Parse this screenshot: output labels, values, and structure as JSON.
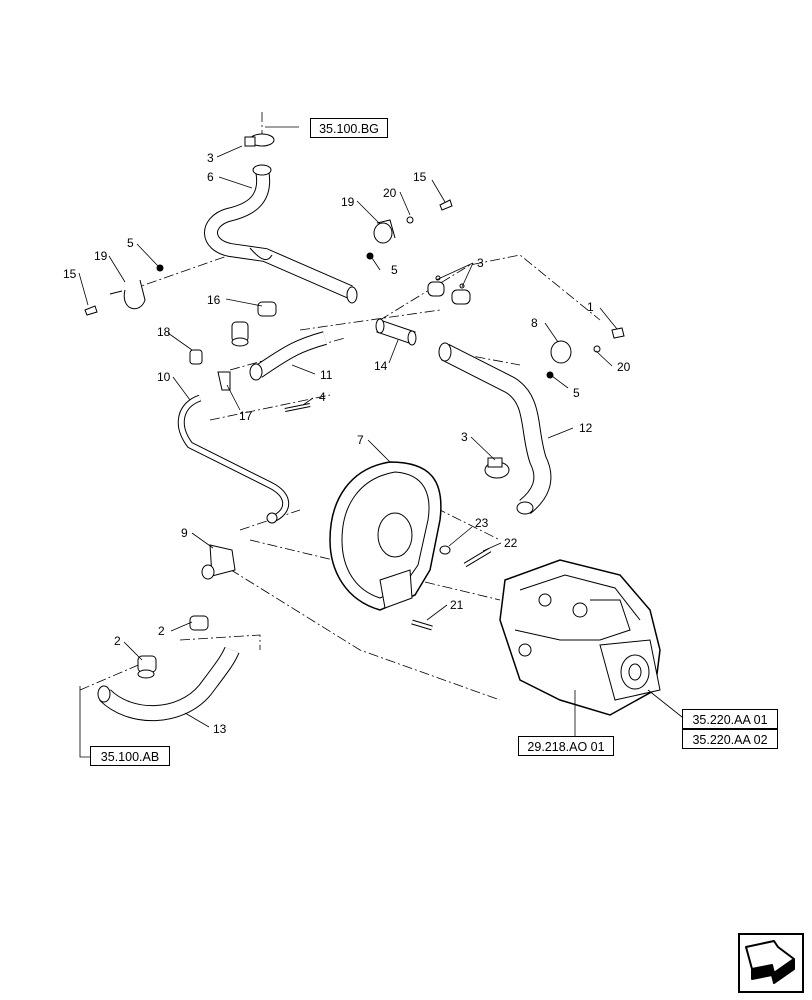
{
  "references": {
    "ref_top": "35.100.BG",
    "ref_bottom_left": "35.100.AB",
    "ref_pump": "29.218.AO 01",
    "ref_motor_1": "35.220.AA 01",
    "ref_motor_2": "35.220.AA 02"
  },
  "callouts": {
    "c3a": "3",
    "c6": "6",
    "c19a": "19",
    "c20a": "20",
    "c15a": "15",
    "c5a": "5",
    "c19b": "19",
    "c15b": "15",
    "c5b": "5",
    "c3b": "3",
    "c16": "16",
    "c18": "18",
    "c1": "1",
    "c8": "8",
    "c20b": "20",
    "c5c": "5",
    "c14": "14",
    "c11": "11",
    "c10": "10",
    "c17": "17",
    "c4": "4",
    "c12": "12",
    "c7": "7",
    "c3c": "3",
    "c23": "23",
    "c22": "22",
    "c9": "9",
    "c21": "21",
    "c2a": "2",
    "c2b": "2",
    "c13": "13"
  },
  "icons": {
    "navigation": "next-page-arrow-icon"
  }
}
